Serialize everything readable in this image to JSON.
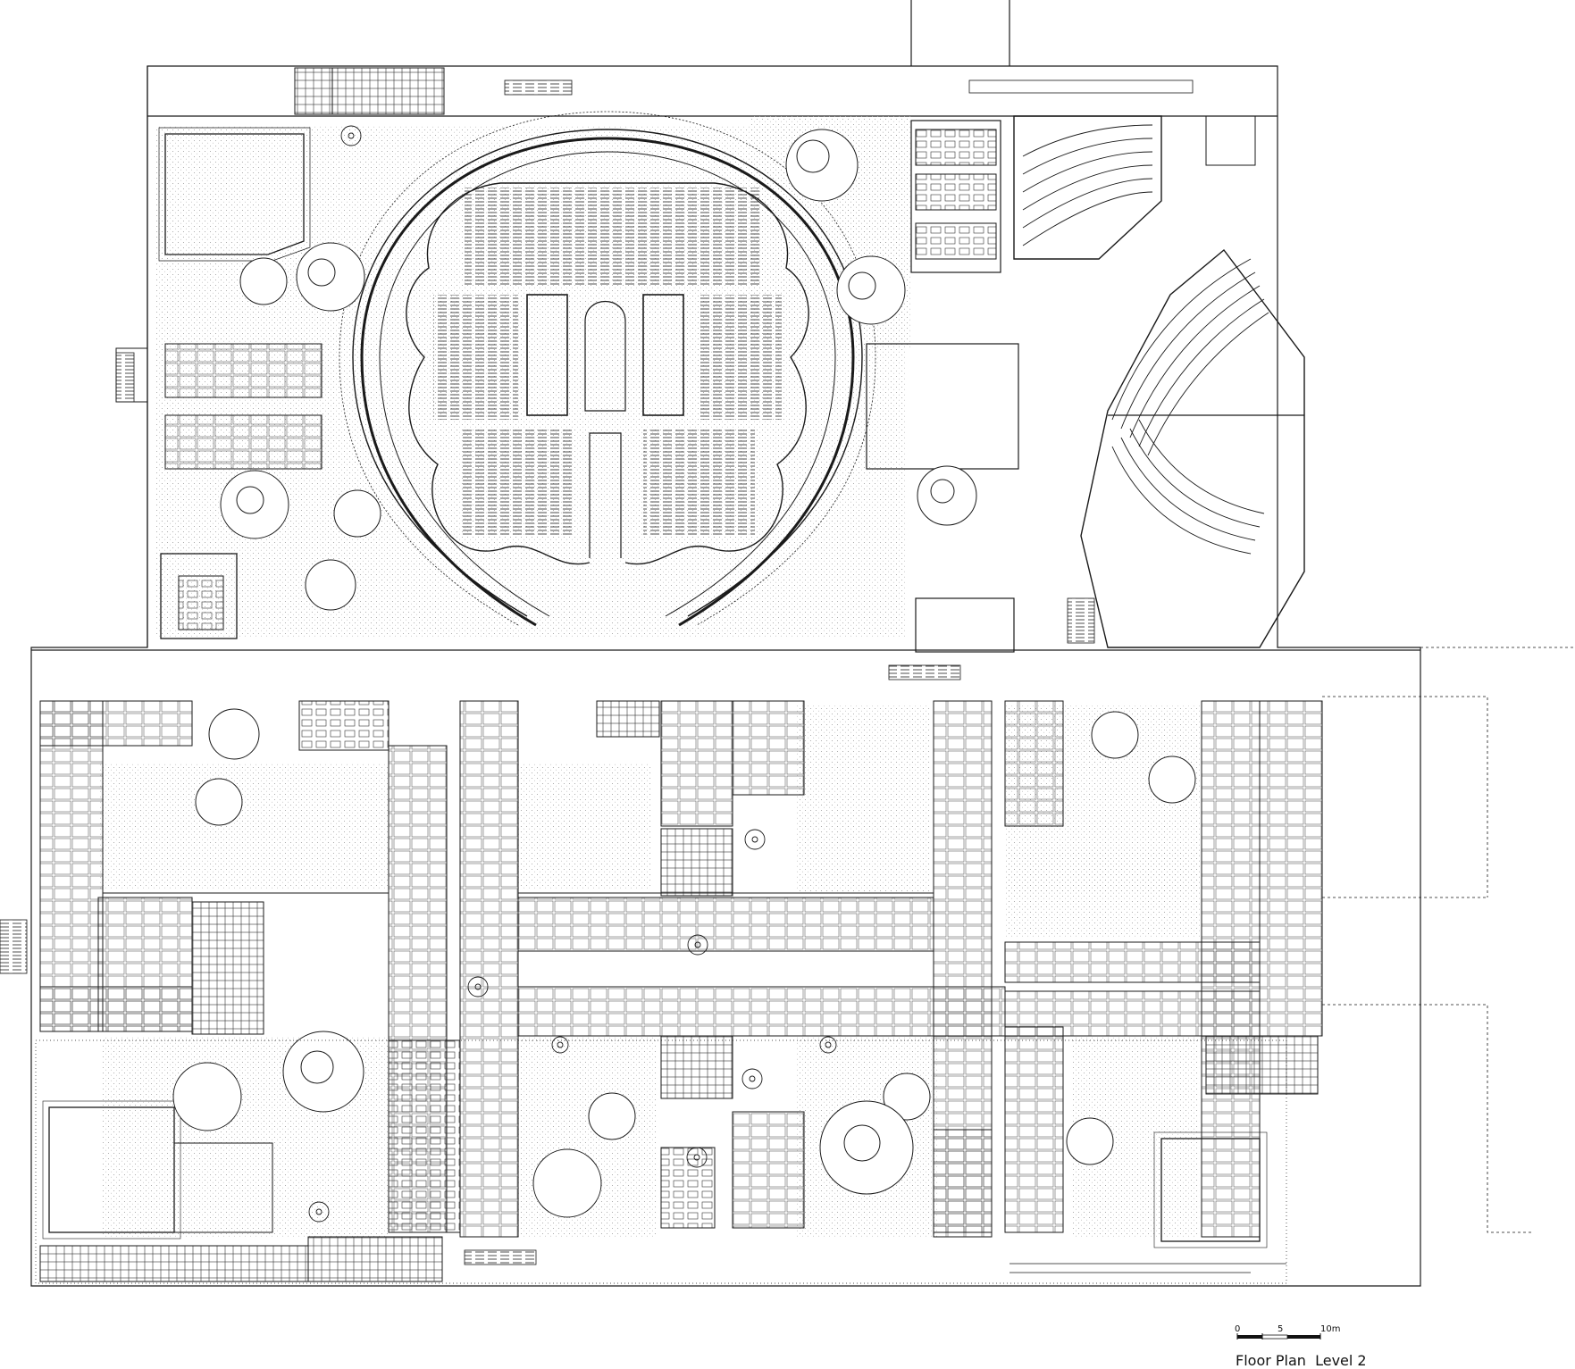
{
  "caption": {
    "title": "Floor Plan",
    "level": "Level 2"
  },
  "scale_bar": {
    "labels": [
      "0",
      "5",
      "10m"
    ]
  },
  "colors": {
    "line": "#1a1a1a",
    "paving_dots": "#9a9a9a",
    "background": "#ffffff"
  },
  "icons": {
    "tree": "tree-icon",
    "spiral_stair": "spiral-stair-icon",
    "stair": "stair-icon"
  }
}
